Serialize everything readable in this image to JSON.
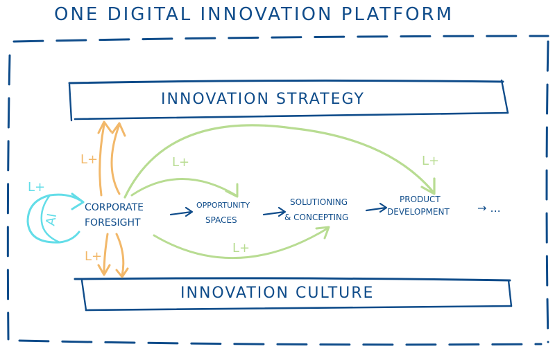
{
  "title": "ONE DIGITAL INNOVATION PLATFORM",
  "strategy_label": "INNOVATION STRATEGY",
  "culture_label": "INNOVATION CULTURE",
  "stages": {
    "corporate_foresight": [
      "CORPORATE",
      "FORESIGHT"
    ],
    "opportunity_spaces": [
      "OPPORTUNITY",
      "SPACES"
    ],
    "solutioning": [
      "SOLUTIONING",
      "& CONCEPTING"
    ],
    "product_development": [
      "PRODUCT",
      "DEVELOPMENT"
    ],
    "continuation": "→ ..."
  },
  "annotations": {
    "lplus": "L+",
    "ai": "AI"
  },
  "colors": {
    "ink": "#0f4c8a",
    "orange": "#f2b86a",
    "green": "#b8dc92",
    "cyan": "#63dde8"
  }
}
